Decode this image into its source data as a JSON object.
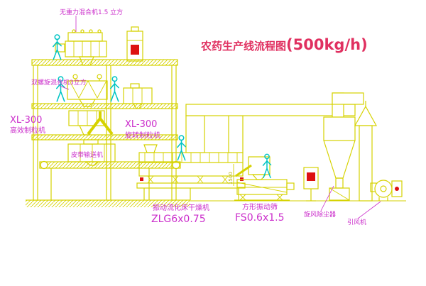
{
  "diagram": {
    "title": {
      "name": "农药生产线流程图",
      "capacity": "(500kg/h)"
    },
    "equipment_labels": {
      "top_mixer": "无重力混合机1.5 立方",
      "screw_mixer": "双螺旋混合机3立方",
      "granulator_left_model": "XL-300",
      "granulator_left_name": "高效制粒机",
      "granulator_right_model": "XL-300",
      "granulator_right_name": "旋转制粒机",
      "belt_conveyor": "皮带输送机",
      "dryer_name": "振动流化床干燥机",
      "dryer_model": "ZLG6x0.75",
      "sieve_name": "方形振动筛",
      "sieve_model": "FS0.6x1.5",
      "cyclone": "旋风除尘器",
      "fan": "引风机"
    },
    "dimensions": {
      "sieve_feed": "1500"
    },
    "colors": {
      "linework": "#d6d200",
      "figures": "#00c4c4",
      "labels": "#cb2ecb",
      "title": "#e03060",
      "accent_red": "#dd1111",
      "background": "#ffffff"
    }
  }
}
